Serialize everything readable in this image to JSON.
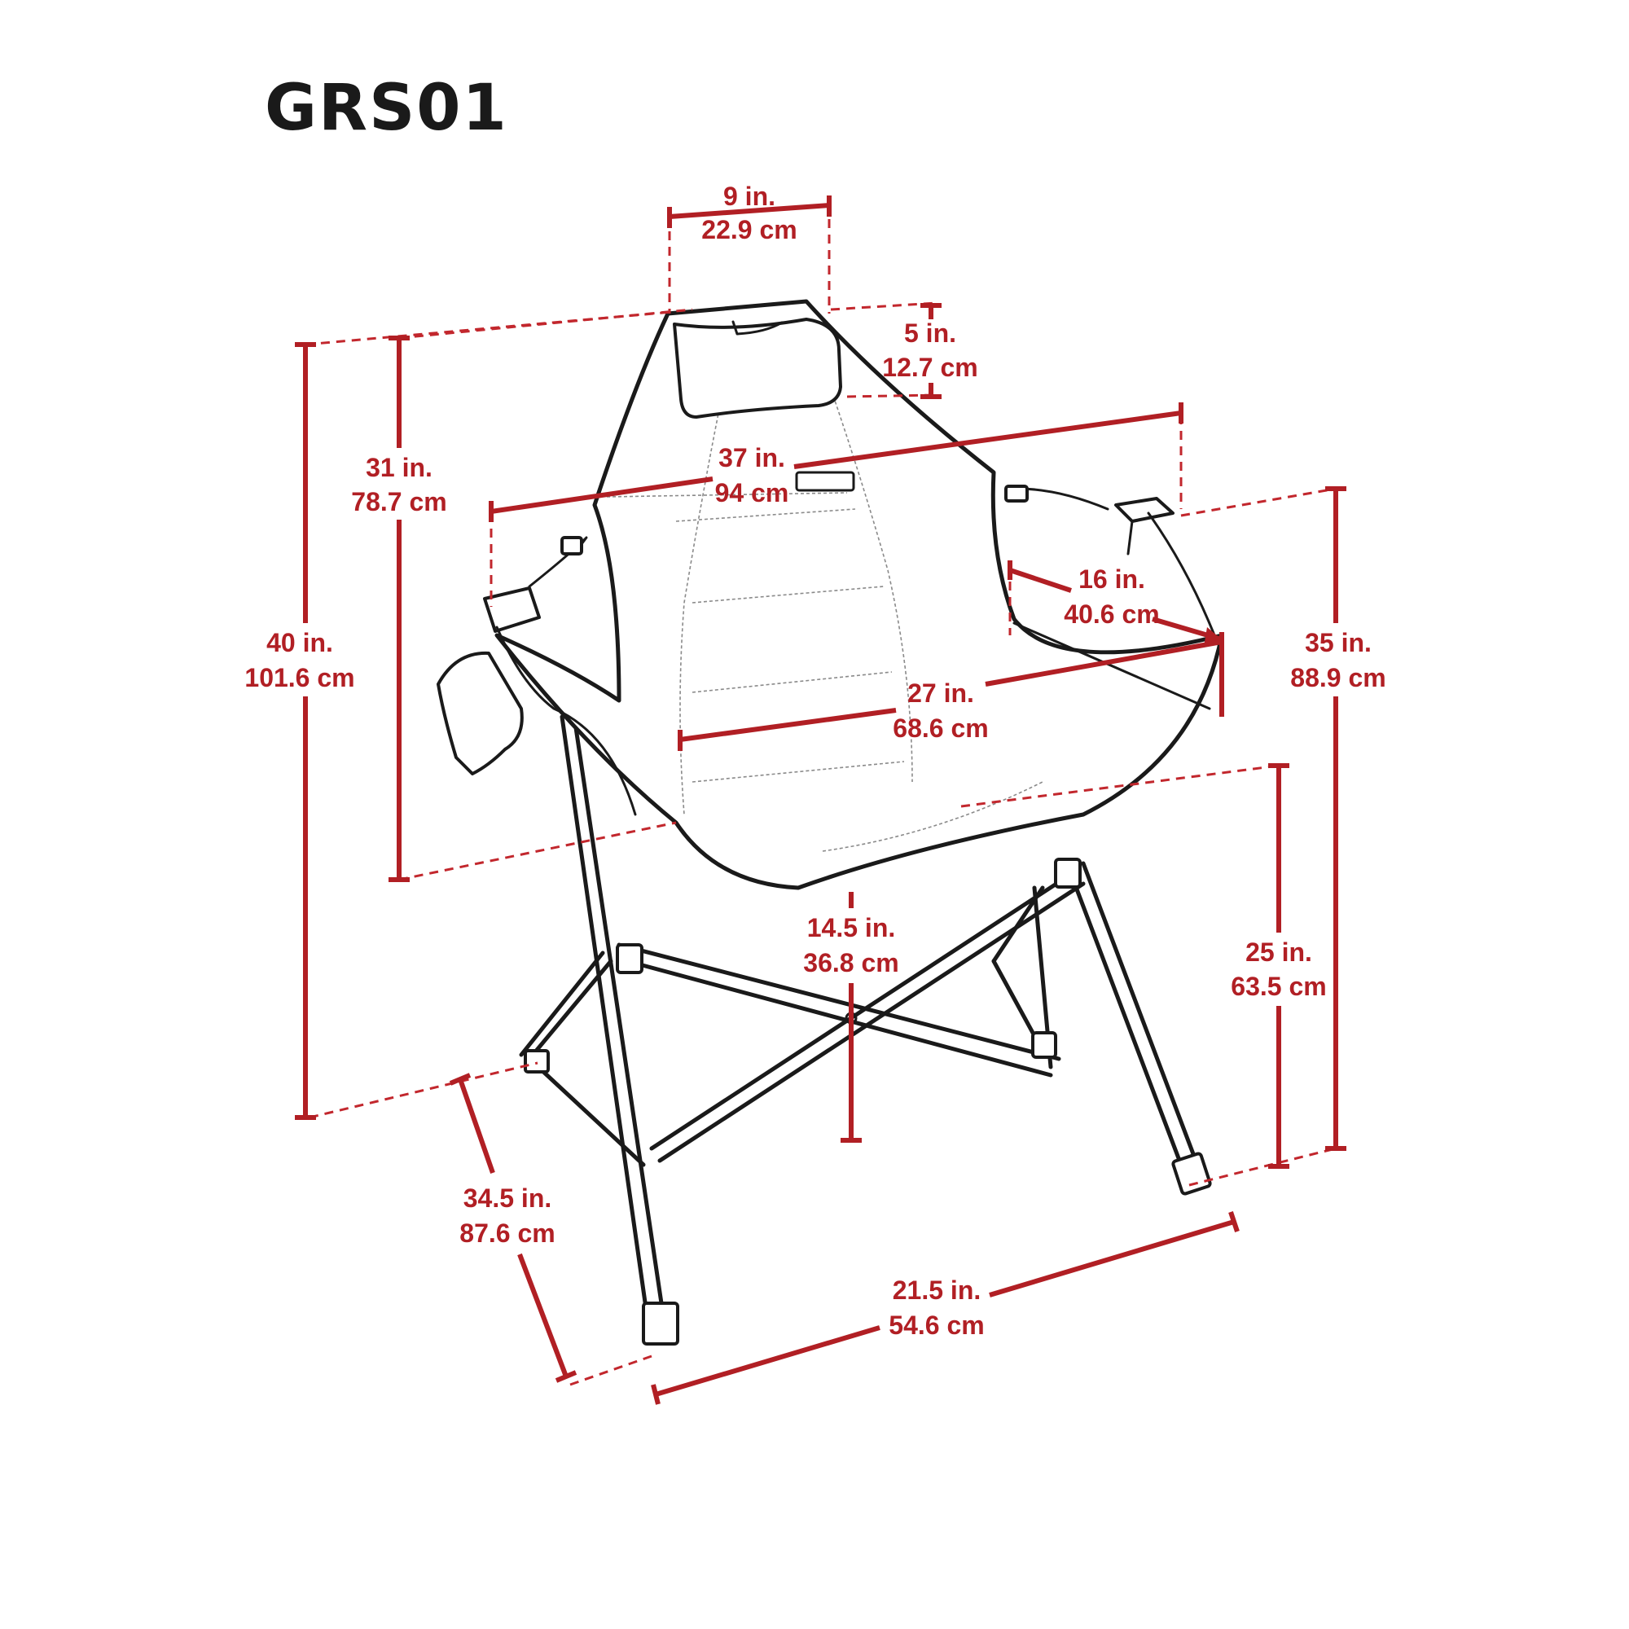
{
  "title": "GRS01",
  "colors": {
    "dimension": "#b11f24",
    "linework": "#1a1a1a",
    "background": "#ffffff"
  },
  "dimensions": {
    "headrest_width": {
      "in": "9 in.",
      "cm": "22.9 cm"
    },
    "headrest_height": {
      "in": "5 in.",
      "cm": "12.7 cm"
    },
    "back_height": {
      "in": "31 in.",
      "cm": "78.7 cm"
    },
    "overall_width": {
      "in": "37 in.",
      "cm": "94 cm"
    },
    "overall_height": {
      "in": "40 in.",
      "cm": "101.6 cm"
    },
    "armrest_depth": {
      "in": "16 in.",
      "cm": "40.6 cm"
    },
    "seat_width": {
      "in": "27 in.",
      "cm": "68.6 cm"
    },
    "arm_height": {
      "in": "35 in.",
      "cm": "88.9 cm"
    },
    "seat_height": {
      "in": "14.5 in.",
      "cm": "36.8 cm"
    },
    "rear_height": {
      "in": "25 in.",
      "cm": "63.5 cm"
    },
    "base_depth": {
      "in": "34.5 in.",
      "cm": "87.6 cm"
    },
    "base_width": {
      "in": "21.5 in.",
      "cm": "54.6 cm"
    }
  }
}
